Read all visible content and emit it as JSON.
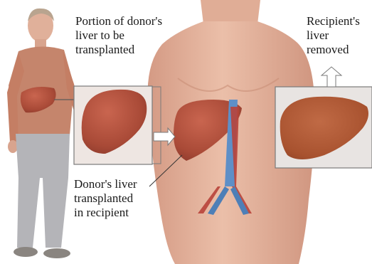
{
  "labels": {
    "donor_portion": [
      "Portion of donor's",
      "liver to be",
      "transplanted"
    ],
    "recipient_removed": [
      "Recipient's",
      "liver",
      "removed"
    ],
    "donor_transplanted": [
      "Donor's liver",
      "transplanted",
      "in recipient"
    ]
  },
  "colors": {
    "skin": "#e2ae96",
    "skin_shadow": "#c98f78",
    "liver": "#b4533f",
    "liver_dark": "#8c3a2c",
    "vein_blue": "#5e8fc7",
    "artery_red": "#b8423a",
    "inset_border": "#7a7a7a",
    "inset_bg": "#ece4e1",
    "donor_shirt": "#c5856c",
    "donor_pants": "#b4b4b8"
  }
}
